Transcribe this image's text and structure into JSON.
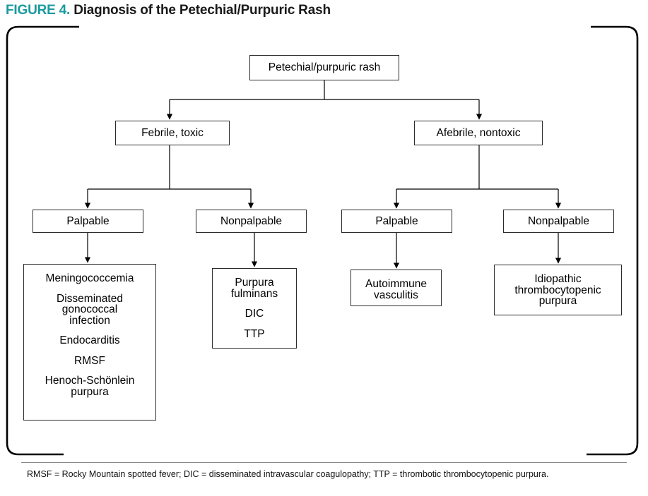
{
  "title": {
    "figure_label": "FIGURE 4.",
    "figure_name": "Diagnosis of the Petechial/Purpuric Rash",
    "accent_color": "#1b9a9e",
    "text_color": "#1a1a1a"
  },
  "chart_data": {
    "type": "diagram",
    "diagram_kind": "decision-tree-flowchart",
    "title": "Diagnosis of the Petechial/Purpuric Rash",
    "root": "Petechial/purpuric rash",
    "nodes": [
      {
        "id": "root",
        "label": "Petechial/purpuric rash",
        "level": 0
      },
      {
        "id": "febrile",
        "label": "Febrile, toxic",
        "level": 1
      },
      {
        "id": "afebrile",
        "label": "Afebrile, nontoxic",
        "level": 1
      },
      {
        "id": "fp",
        "label": "Palpable",
        "level": 2
      },
      {
        "id": "fn",
        "label": "Nonpalpable",
        "level": 2
      },
      {
        "id": "ap",
        "label": "Palpable",
        "level": 2
      },
      {
        "id": "an",
        "label": "Nonpalpable",
        "level": 2
      },
      {
        "id": "fp-dx",
        "label": "Meningococcemia / Disseminated gonococcal infection / Endocarditis / RMSF / Henoch-Schönlein purpura",
        "level": 3
      },
      {
        "id": "fn-dx",
        "label": "Purpura fulminans / DIC / TTP",
        "level": 3
      },
      {
        "id": "ap-dx",
        "label": "Autoimmune vasculitis",
        "level": 3
      },
      {
        "id": "an-dx",
        "label": "Idiopathic thrombocytopenic purpura",
        "level": 3
      }
    ],
    "edges": [
      {
        "from": "root",
        "to": "febrile"
      },
      {
        "from": "root",
        "to": "afebrile"
      },
      {
        "from": "febrile",
        "to": "fp"
      },
      {
        "from": "febrile",
        "to": "fn"
      },
      {
        "from": "afebrile",
        "to": "ap"
      },
      {
        "from": "afebrile",
        "to": "an"
      },
      {
        "from": "fp",
        "to": "fp-dx"
      },
      {
        "from": "fn",
        "to": "fn-dx"
      },
      {
        "from": "ap",
        "to": "ap-dx"
      },
      {
        "from": "an",
        "to": "an-dx"
      }
    ]
  },
  "boxes": {
    "root": {
      "text": "Petechial/purpuric rash"
    },
    "febrile": {
      "text": "Febrile, toxic"
    },
    "afebrile": {
      "text": "Afebrile, nontoxic"
    },
    "febrile_palpable": {
      "text": "Palpable"
    },
    "febrile_nonpalpable": {
      "text": "Nonpalpable"
    },
    "afebrile_palpable": {
      "text": "Palpable"
    },
    "afebrile_nonpalpable": {
      "text": "Nonpalpable"
    },
    "febrile_palpable_dx": {
      "items": [
        {
          "lines": [
            "Meningococcemia"
          ]
        },
        {
          "lines": [
            "Disseminated",
            "gonococcal",
            "infection"
          ]
        },
        {
          "lines": [
            "Endocarditis"
          ]
        },
        {
          "lines": [
            "RMSF"
          ]
        },
        {
          "lines": [
            "Henoch-Schönlein",
            "purpura"
          ]
        }
      ]
    },
    "febrile_nonpalpable_dx": {
      "items": [
        {
          "lines": [
            "Purpura",
            "fulminans"
          ]
        },
        {
          "lines": [
            "DIC"
          ]
        },
        {
          "lines": [
            "TTP"
          ]
        }
      ]
    },
    "afebrile_palpable_dx": {
      "items": [
        {
          "lines": [
            "Autoimmune",
            "vasculitis"
          ]
        }
      ]
    },
    "afebrile_nonpalpable_dx": {
      "items": [
        {
          "lines": [
            "Idiopathic",
            "thrombocytopenic",
            "purpura"
          ]
        }
      ]
    }
  },
  "footnote": {
    "text": "RMSF = Rocky Mountain spotted fever; DIC = disseminated intravascular coagulopathy; TTP = thrombotic thrombocytopenic purpura."
  }
}
